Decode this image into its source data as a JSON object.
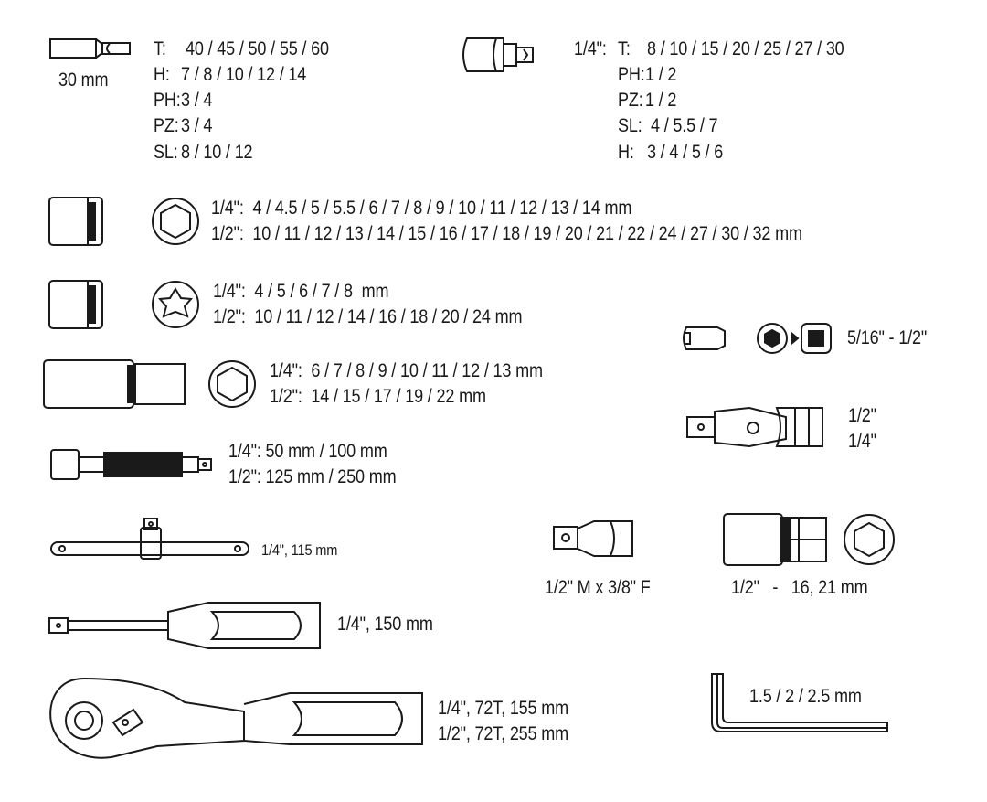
{
  "bits_30mm": {
    "length": "30 mm",
    "rows": [
      {
        "label": "T:",
        "values": "40 / 45 / 50 / 55 / 60"
      },
      {
        "label": "H:",
        "values": "7 / 8 / 10 / 12 / 14"
      },
      {
        "label": "PH:",
        "values": "3 / 4"
      },
      {
        "label": "PZ:",
        "values": "3 / 4"
      },
      {
        "label": "SL:",
        "values": "8 / 10 / 12"
      }
    ]
  },
  "bit_sockets": {
    "drive": "1/4\":",
    "rows": [
      {
        "label": "T:",
        "values": "8 / 10 / 15 / 20 / 25 / 27 / 30"
      },
      {
        "label": "PH:",
        "values": "1 / 2"
      },
      {
        "label": "PZ:",
        "values": "1 / 2"
      },
      {
        "label": "SL:",
        "values": "4 / 5.5 / 7"
      },
      {
        "label": "H:",
        "values": "3 / 4 / 5 / 6"
      }
    ]
  },
  "hex_sockets": [
    "1/4\":  4 / 4.5 / 5 / 5.5 / 6 / 7 / 8 / 9 / 10 / 11 / 12 / 13 / 14 mm",
    "1/2\":  10 / 11 / 12 / 13 / 14 / 15 / 16 / 17 / 18 / 19 / 20 / 21 / 22 / 24 / 27 / 30 / 32 mm"
  ],
  "torx_sockets": [
    "1/4\":  4 / 5 / 6 / 7 / 8  mm",
    "1/2\":  10 / 11 / 12 / 14 / 16 / 18 / 20 / 24 mm"
  ],
  "deep_sockets": [
    "1/4\":  6 / 7 / 8 / 9 / 10 / 11 / 12 / 13 mm",
    "1/2\":  14 / 15 / 17 / 19 / 22 mm"
  ],
  "extensions": [
    "1/4\": 50 mm / 100 mm",
    "1/2\": 125 mm / 250 mm"
  ],
  "t_bar": "1/4\", 115 mm",
  "screwdriver": "1/4\", 150 mm",
  "ratchet": [
    "1/4\", 72T, 155 mm",
    "1/2\", 72T, 255 mm"
  ],
  "bit_adapter": "5/16\" - 1/2\"",
  "universal_joint": [
    "1/2\"",
    "1/4\""
  ],
  "reducer": "1/2\" M x 3/8\" F",
  "spark_plug_socket": "1/2\"   -   16, 21 mm",
  "hex_keys": "1.5 / 2 / 2.5 mm"
}
